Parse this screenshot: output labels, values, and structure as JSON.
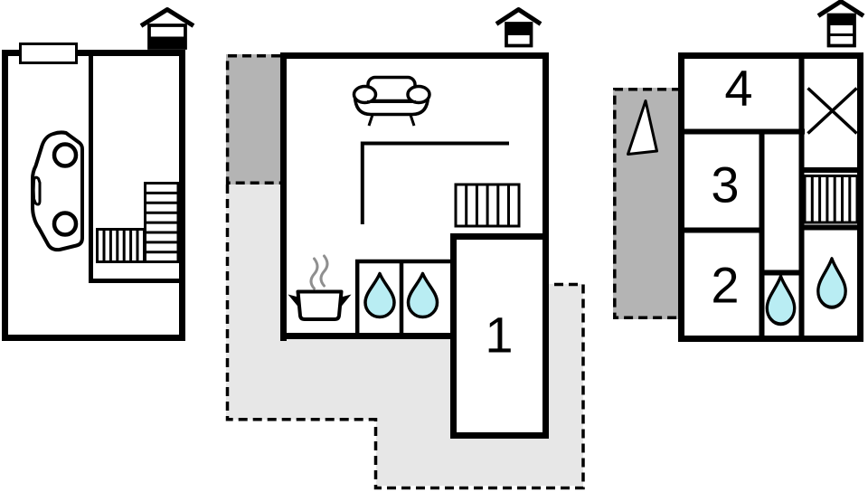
{
  "title": "Holiday home floor plan, three levels",
  "colors": {
    "wall": "#000000",
    "background": "#ffffff",
    "terrace_fill": "#e7e7e7",
    "balcony_fill": "#b4b4b4",
    "water_drop_fill": "#b9edf3",
    "steam_gray": "#8f8f8f"
  },
  "rooms": {
    "room1": "1",
    "room2": "2",
    "room3": "3",
    "room4": "4"
  },
  "icons": {
    "chimney": "fireplace-chimney-icon",
    "car": "car-icon",
    "garage_door": "garage-door-icon",
    "stairs": "stairs-icon",
    "sofa": "sofa-icon",
    "stove": "stove-pot-icon",
    "steam": "steam-icon",
    "water_drop": "water-drop-icon",
    "void_cross": "void-cross-icon",
    "entrance_arrow": "entrance-arrow-icon"
  }
}
